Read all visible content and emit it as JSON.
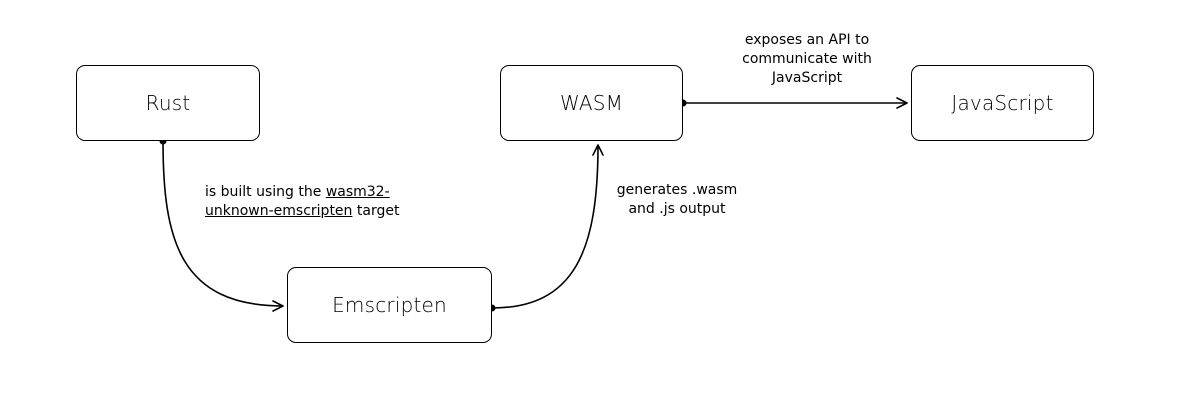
{
  "nodes": {
    "rust": "Rust",
    "wasm": "WASM",
    "javascript": "JavaScript",
    "emscripten": "Emscripten"
  },
  "edges": {
    "rust_to_emscripten": {
      "line1_prefix": "is built using the ",
      "line1_link": "wasm32-",
      "line2_link": "unknown-emscripten",
      "line2_suffix": " target"
    },
    "emscripten_to_wasm": {
      "line1": "generates .wasm",
      "line2": "and .js output"
    },
    "wasm_to_javascript": {
      "line1": "exposes an API to",
      "line2": "communicate with",
      "line3": "JavaScript"
    }
  }
}
